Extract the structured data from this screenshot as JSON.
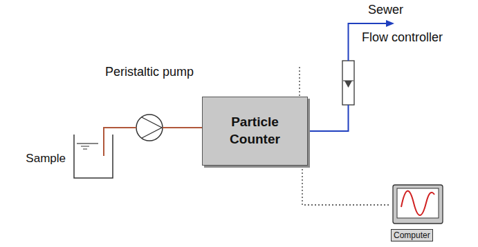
{
  "diagram": {
    "nodes": [
      {
        "text": [
          "Sample"
        ]
      },
      {
        "text": [
          "Peristaltic pump"
        ]
      },
      {
        "text": [
          "Particle Counter"
        ]
      },
      {
        "text": [
          "Flow controller"
        ]
      },
      {
        "text": [
          "Computer"
        ]
      }
    ],
    "edges": [
      {
        "from": 0,
        "to": 1,
        "arrow": "none"
      },
      {
        "from": 1,
        "to": 2,
        "arrow": "none"
      },
      {
        "from": 2,
        "to": 3,
        "arrow": "none"
      },
      {
        "from": 2,
        "to": 4,
        "arrow": "none"
      }
    ],
    "labels": [
      "Sewer"
    ]
  }
}
